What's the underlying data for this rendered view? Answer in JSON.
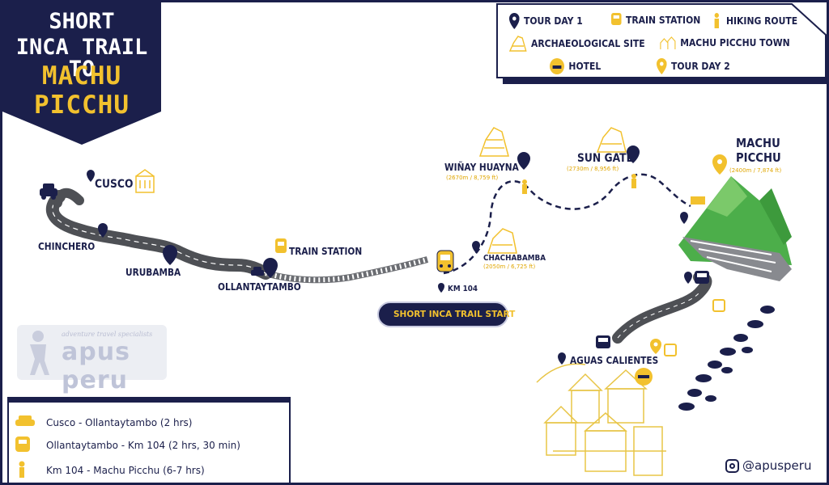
{
  "title": {
    "line1": "SHORT",
    "line2": "INCA TRAIL TO",
    "line3": "MACHU",
    "line4": "PICCHU"
  },
  "legend": {
    "tour_day_1": "TOUR DAY 1",
    "train_station": "TRAIN STATION",
    "hiking_route": "HIKING ROUTE",
    "archaeological_site": "ARCHAEOLOGICAL SITE",
    "machu_picchu_town": "MACHU PICCHU TOWN",
    "hotel": "HOTEL",
    "tour_day_2": "TOUR DAY 2"
  },
  "places": {
    "cusco": "CUSCO",
    "chinchero": "CHINCHERO",
    "urubamba": "URUBAMBA",
    "ollantaytambo": "OLLANTAYTAMBO",
    "train_station": "TRAIN STATION",
    "km104": "KM 104",
    "chachabamba": "CHACHABAMBA",
    "chachabamba_alt": "(2050m / 6,725 ft)",
    "winay_huayna": "WIÑAY HUAYNA",
    "winay_huayna_alt": "(2670m / 8,759 ft)",
    "sun_gate": "SUN GATE",
    "sun_gate_alt": "(2730m / 8,956 ft)",
    "machu_picchu_line1": "MACHU",
    "machu_picchu_line2": "PICCHU",
    "machu_picchu_alt": "(2400m / 7,874 ft)",
    "aguas_calientes": "AGUAS CALIENTES"
  },
  "trail_start": "SHORT INCA TRAIL START",
  "routes": [
    {
      "icon": "car-icon",
      "text": "Cusco - Ollantaytambo  (2 hrs)"
    },
    {
      "icon": "train-icon",
      "text": "Ollantaytambo - Km 104  (2 hrs, 30 min)"
    },
    {
      "icon": "hiker-icon",
      "text": "Km 104 - Machu Picchu (6-7 hrs)"
    }
  ],
  "brand": {
    "tagline": "adventure travel specialists",
    "name": "apus peru",
    "social": "@apusperu"
  },
  "colors": {
    "navy": "#1b1f4b",
    "gold": "#f2c12e",
    "green": "#4cae4a",
    "road": "#55575c"
  }
}
